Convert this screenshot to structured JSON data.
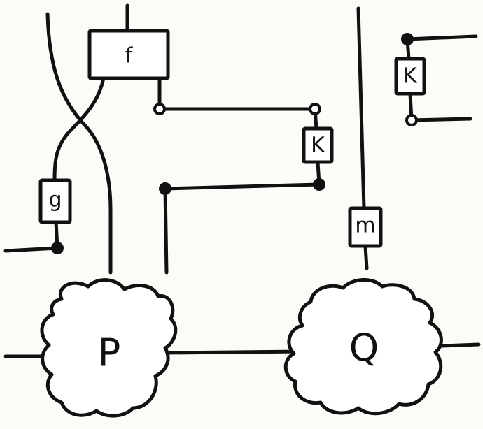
{
  "diagram": {
    "boxes": {
      "f": "f",
      "g": "g",
      "k_left": "K",
      "k_right": "K",
      "m": "m"
    },
    "blobs": {
      "p": "P",
      "q": "Q"
    }
  }
}
